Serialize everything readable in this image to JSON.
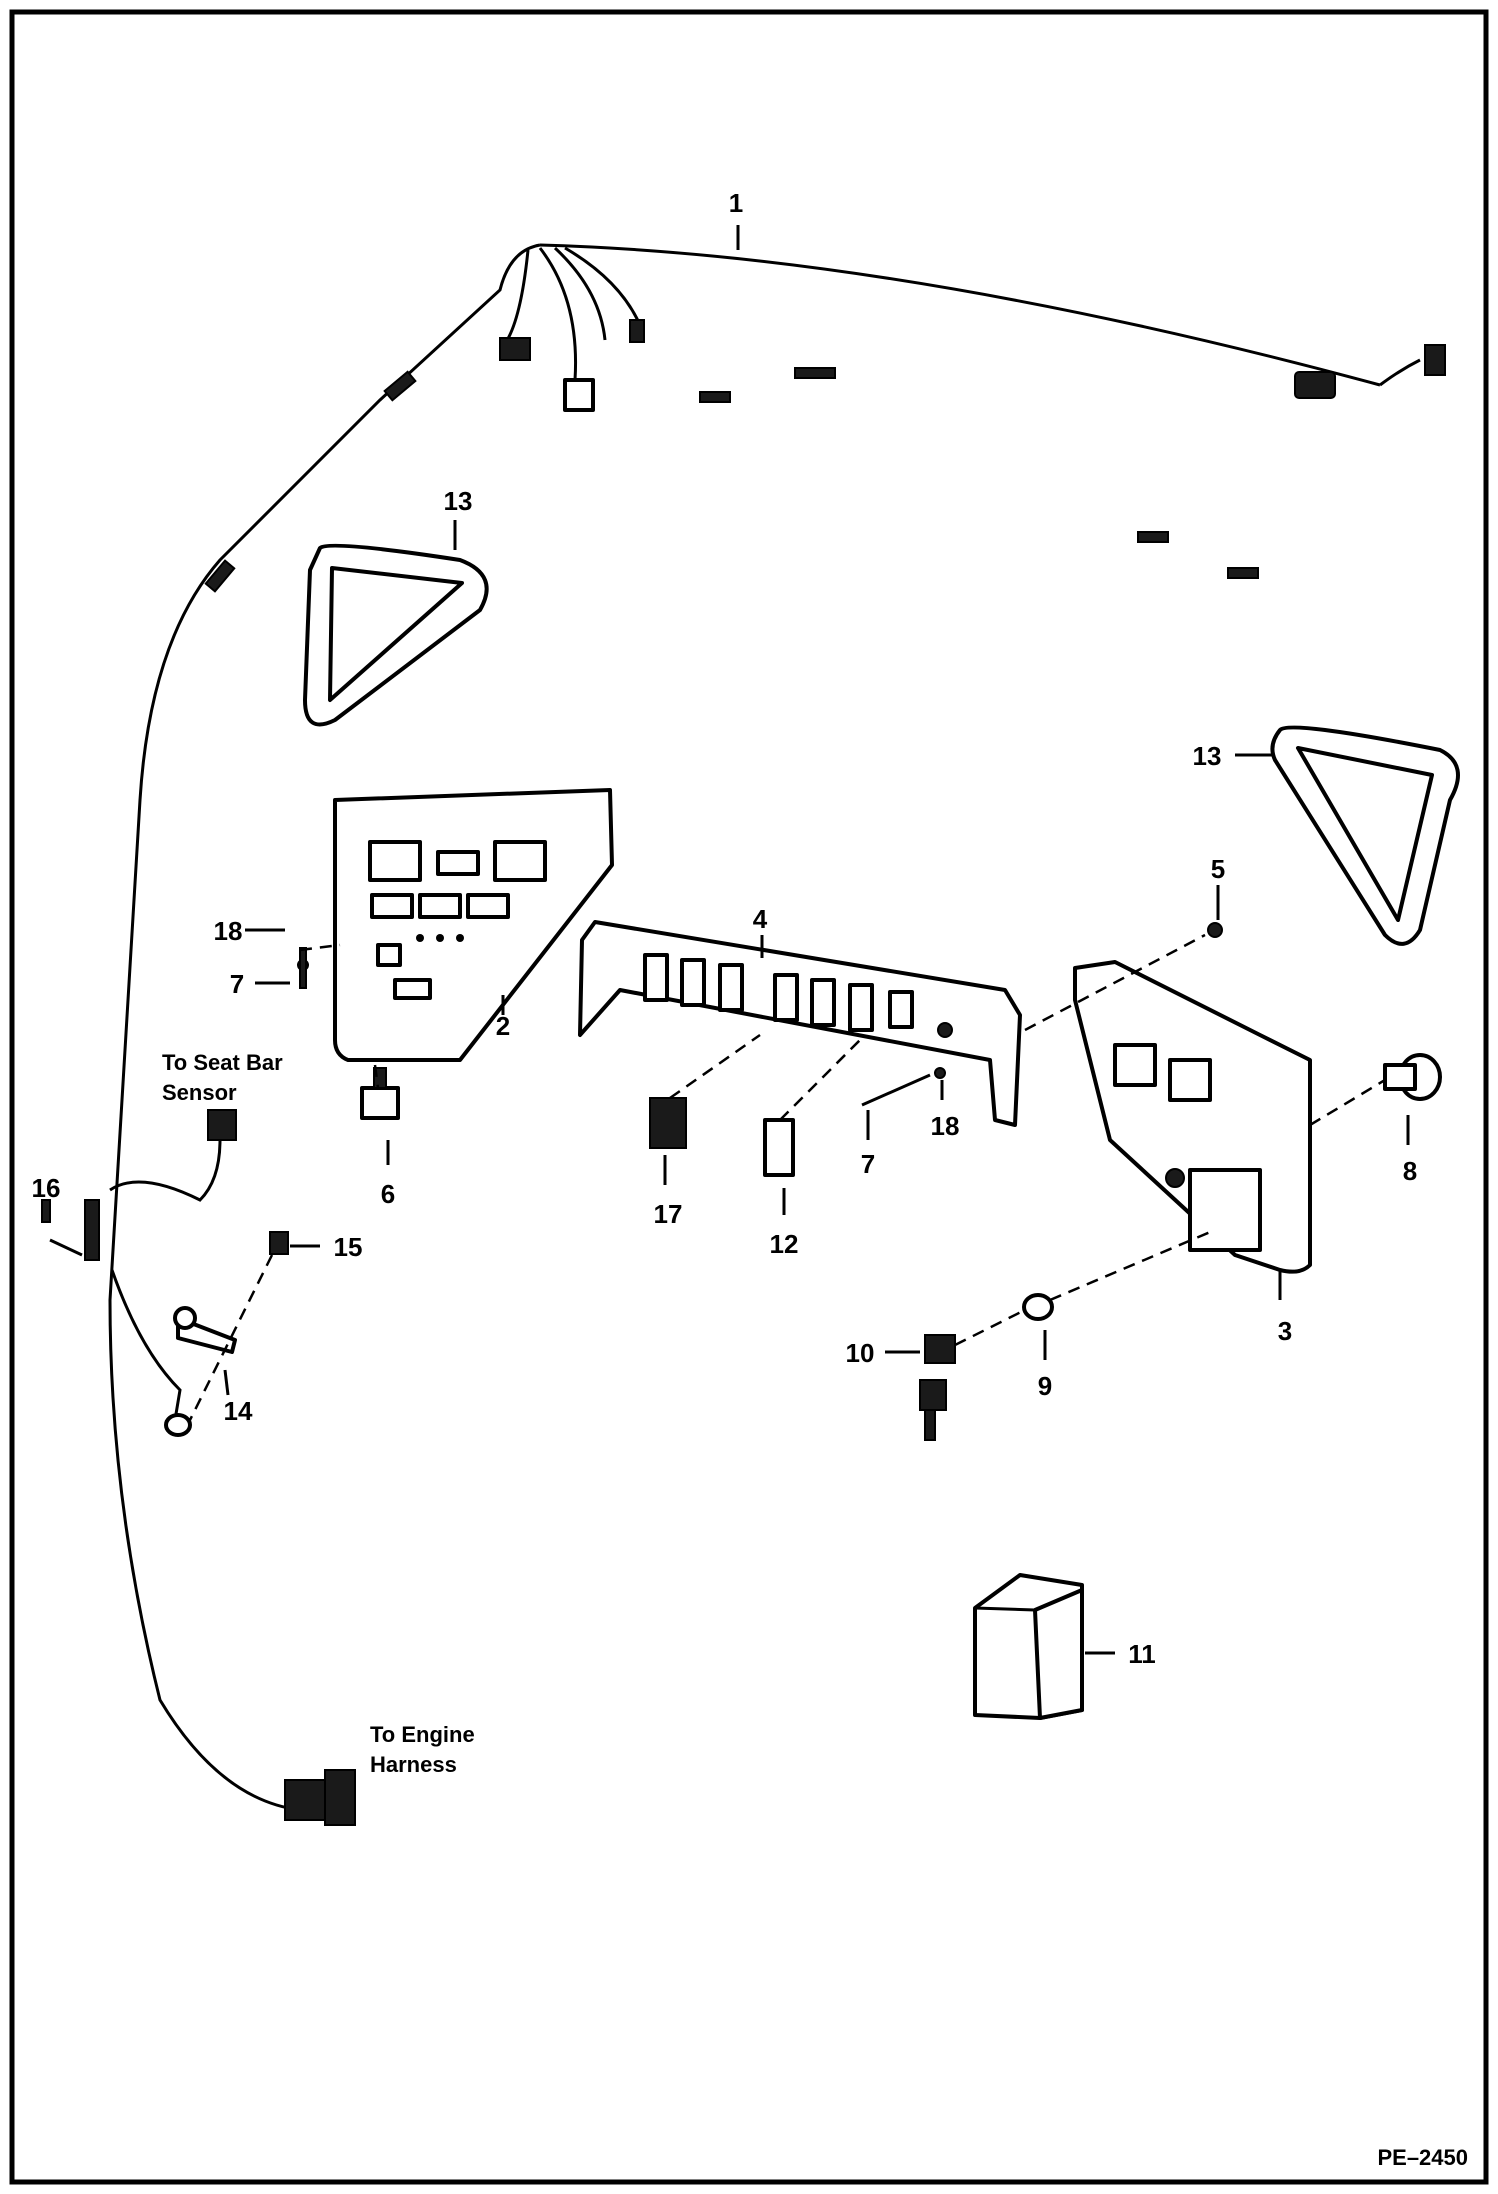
{
  "diagram": {
    "callouts": {
      "c1": "1",
      "c2": "2",
      "c3": "3",
      "c4": "4",
      "c5": "5",
      "c6": "6",
      "c7a": "7",
      "c7b": "7",
      "c8": "8",
      "c9": "9",
      "c10": "10",
      "c11": "11",
      "c12": "12",
      "c13a": "13",
      "c13b": "13",
      "c14": "14",
      "c15": "15",
      "c16": "16",
      "c17": "17",
      "c18a": "18",
      "c18b": "18"
    },
    "notes": {
      "seat_bar_line1": "To Seat Bar",
      "seat_bar_line2": "Sensor",
      "engine_line1": "To Engine",
      "engine_line2": "Harness"
    },
    "figure_code": "PE–2450"
  }
}
